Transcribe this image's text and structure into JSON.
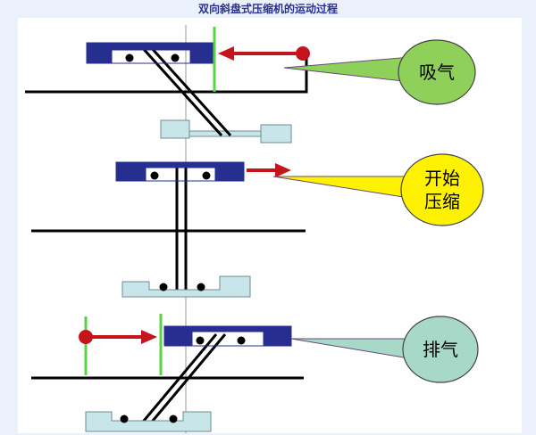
{
  "title": "双向斜盘式压缩机的运动过程",
  "stages": [
    {
      "label_lines": [
        "吸气"
      ],
      "bubble_color": "#8fd05a"
    },
    {
      "label_lines": [
        "开始",
        "压缩"
      ],
      "bubble_color": "#fff200"
    },
    {
      "label_lines": [
        "排气"
      ],
      "bubble_color": "#a8d8c8"
    }
  ],
  "colors": {
    "piston": "#262e90",
    "piston_slot": "#ffffff",
    "arrow": "#c4151c",
    "valve": "#5ad24a",
    "block": "#c8e6ea",
    "line": "#000000",
    "panel": "#ffffff"
  }
}
